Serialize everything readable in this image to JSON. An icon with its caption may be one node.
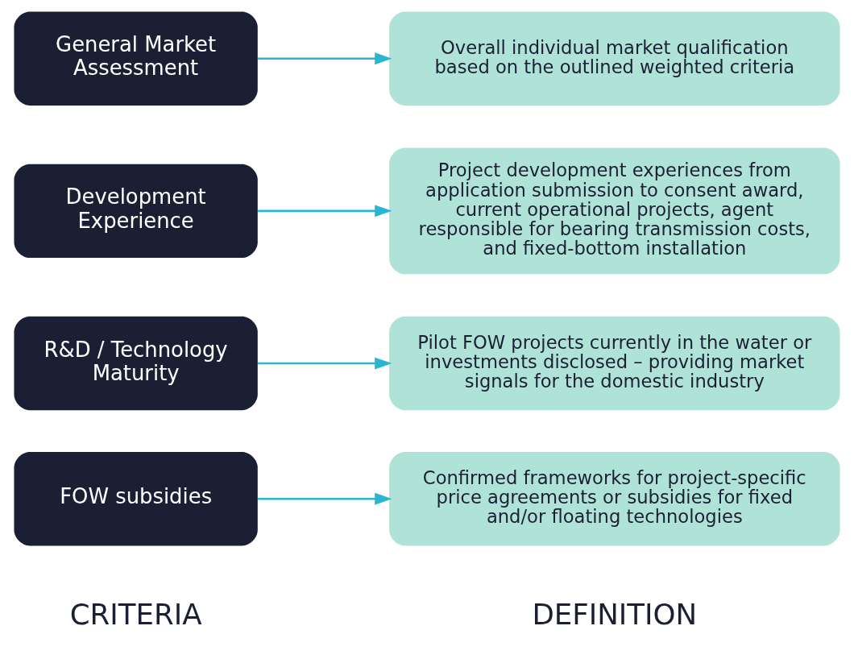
{
  "diagram": {
    "nodes": [
      {
        "text": [
          "FOW subsidies"
        ]
      },
      {
        "text": [
          "Confirmed frameworks for project-specific price agreements or subsidies for fixed and/or floating technologies"
        ]
      },
      {
        "text": [
          "R&D / Technology Maturity"
        ]
      },
      {
        "text": [
          "Pilot FOW projects currently in the water or investments disclosed – providing market signals for the domestic industry"
        ]
      },
      {
        "text": [
          "Development Experience"
        ]
      },
      {
        "text": [
          "Project development experiences from application submission to consent award, current operational projects, agent responsible for bearing transmission costs, and fixed-bottom installation"
        ]
      },
      {
        "text": [
          "General Market Assessment"
        ]
      },
      {
        "text": [
          "Overall individual market qualification based on the outlined weighted criteria"
        ]
      }
    ],
    "edges": [
      {
        "from": 0,
        "to": 1,
        "arrow": "to"
      },
      {
        "from": 2,
        "to": 3,
        "arrow": "to"
      },
      {
        "from": 4,
        "to": 5,
        "arrow": "to"
      },
      {
        "from": 6,
        "to": 7,
        "arrow": "to"
      }
    ],
    "labels": [
      "CRITERIA",
      "DEFINITION"
    ]
  }
}
